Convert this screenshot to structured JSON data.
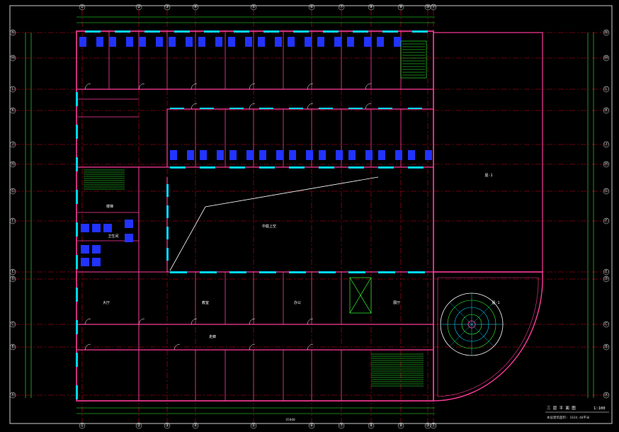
{
  "drawing": {
    "title": "三 层 平 面 图",
    "scale": "1:100",
    "note": "本层建筑面积: 1834.40平米",
    "bottom_dim_label": "45000"
  },
  "grid_columns": [
    "①",
    "②",
    "③",
    "④",
    "⑤",
    "⑥",
    "⑦",
    "⑧",
    "⑨",
    "⑩",
    "⑪"
  ],
  "grid_rows": [
    "Ⓐ",
    "Ⓑ",
    "Ⓒ",
    "Ⓓ",
    "Ⓔ",
    "Ⓕ",
    "Ⓖ",
    "Ⓗ",
    "Ⓙ",
    "Ⓚ",
    "Ⓛ",
    "Ⓜ",
    "Ⓝ"
  ],
  "rooms": {
    "atrium": "中庭上空",
    "hall_1": "大厅",
    "hall_2": "展厅",
    "roof_1": "屋-1",
    "roof_2": "屋-1",
    "classroom": "教室",
    "office": "办公",
    "stairs": "楼梯",
    "wc": "卫生间",
    "corridor": "走廊"
  },
  "colors": {
    "wall": "#ff3b9a",
    "axis_line": "#d0001c",
    "dimension": "#33ff33",
    "window": "#00d8ff",
    "furniture": "#2233ff",
    "text": "#ffffff",
    "frame": "#ffffff"
  }
}
